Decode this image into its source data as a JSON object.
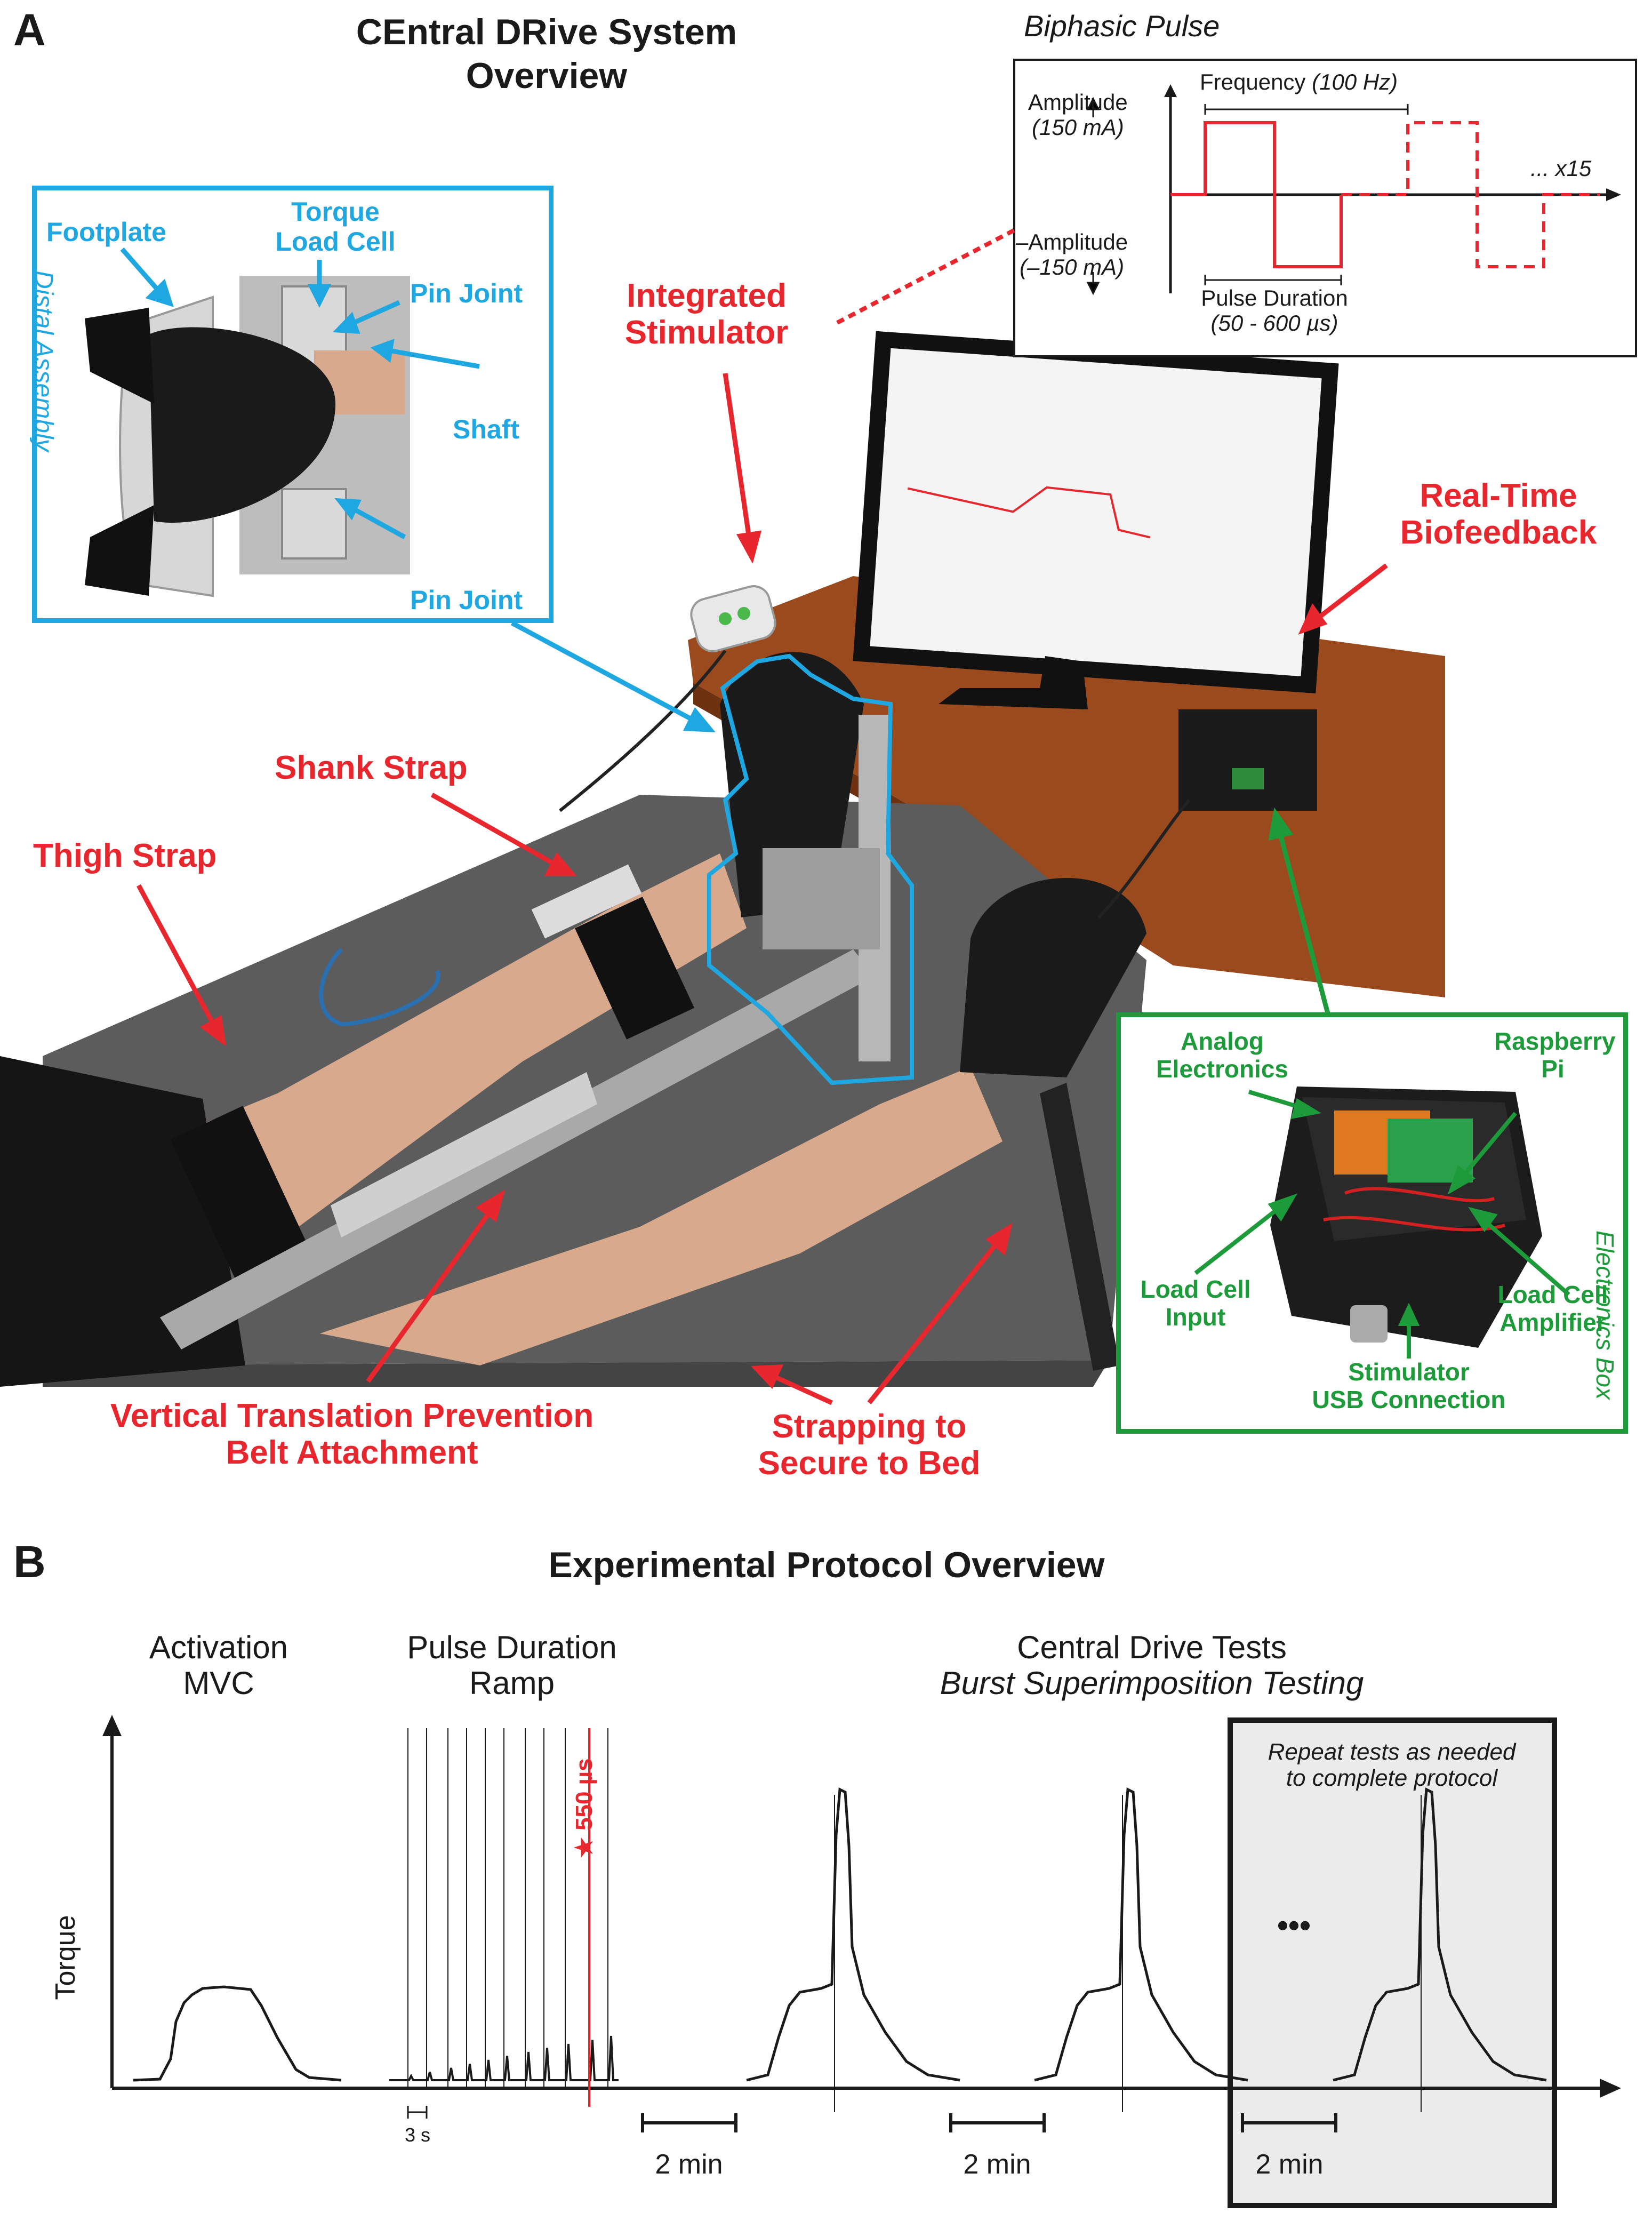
{
  "panel_a": {
    "letter": "A",
    "title_line1": "CEntral DRive System",
    "title_line2": "Overview"
  },
  "pulse_inset": {
    "title": "Biphasic Pulse",
    "amplitude": "Amplitude",
    "amplitude_value": "(150 mA)",
    "neg_amplitude": "–Amplitude",
    "neg_amplitude_value": "(–150 mA)",
    "frequency_label": "Frequency",
    "frequency_value": "(100 Hz)",
    "pulse_duration": "Pulse Duration",
    "pulse_duration_value": "(50 - 600 µs)",
    "repeat": "... x15"
  },
  "distal_assembly": {
    "side_label": "Distal Assembly",
    "footplate": "Footplate",
    "torque_load_cell_1": "Torque",
    "torque_load_cell_2": "Load Cell",
    "pin_joint_top": "Pin Joint",
    "shaft": "Shaft",
    "pin_joint_bottom": "Pin Joint"
  },
  "callouts": {
    "integrated_stimulator_1": "Integrated",
    "integrated_stimulator_2": "Stimulator",
    "real_time_1": "Real-Time",
    "real_time_2": "Biofeedback",
    "shank_strap": "Shank Strap",
    "thigh_strap": "Thigh Strap",
    "vertical_1": "Vertical Translation Prevention",
    "vertical_2": "Belt Attachment",
    "strapping_1": "Strapping to",
    "strapping_2": "Secure to Bed"
  },
  "electronics_box": {
    "side_label": "Electronics Box",
    "analog_1": "Analog",
    "analog_2": "Electronics",
    "raspberry_1": "Raspberry",
    "raspberry_2": "Pi",
    "lc_input_1": "Load Cell",
    "lc_input_2": "Input",
    "lc_amp_1": "Load Cell",
    "lc_amp_2": "Amplifier",
    "usb_1": "Stimulator",
    "usb_2": "USB Connection"
  },
  "panel_b": {
    "letter": "B",
    "title": "Experimental Protocol Overview",
    "activation_1": "Activation",
    "activation_2": "MVC",
    "ramp_1": "Pulse Duration",
    "ramp_2": "Ramp",
    "central_1": "Central Drive Tests",
    "central_2": "Burst Superimposition Testing",
    "repeat_1": "Repeat tests as needed",
    "repeat_2": "to complete protocol",
    "ylabel": "Torque",
    "star_label": "★ 550 µs",
    "scale_3s": "3 s",
    "gap_1": "2 min",
    "gap_2": "2 min",
    "gap_3": "2 min",
    "ellipsis": "•••"
  },
  "colors": {
    "red": "#e8262d",
    "blue": "#1fa7e1",
    "green": "#1d9a3a",
    "gray_box": "#ebebeb"
  }
}
